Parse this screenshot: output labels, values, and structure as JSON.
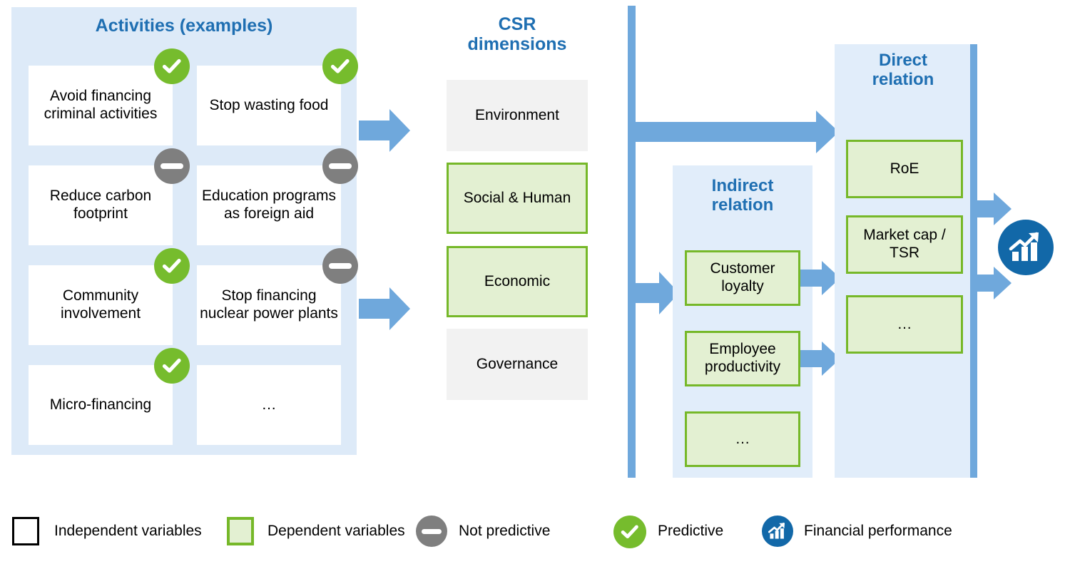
{
  "columns": {
    "activities": {
      "title": "Activities (examples)",
      "items": [
        {
          "label": "Avoid financing criminal activities",
          "status": "predictive"
        },
        {
          "label": "Stop wasting food",
          "status": "predictive"
        },
        {
          "label": "Reduce carbon footprint",
          "status": "not-predictive"
        },
        {
          "label": "Education programs as foreign aid",
          "status": "not-predictive"
        },
        {
          "label": "Community involvement",
          "status": "predictive"
        },
        {
          "label": "Stop financing nuclear power plants",
          "status": "not-predictive"
        },
        {
          "label": "Micro-financing",
          "status": "predictive"
        },
        {
          "label": "…",
          "status": "none"
        }
      ]
    },
    "csr": {
      "title": "CSR dimensions",
      "title_line1": "CSR",
      "title_line2": "dimensions",
      "items": [
        {
          "label": "Environment",
          "kind": "independent"
        },
        {
          "label": "Social & Human",
          "kind": "dependent"
        },
        {
          "label": "Economic",
          "kind": "dependent"
        },
        {
          "label": "Governance",
          "kind": "independent"
        }
      ]
    },
    "indirect": {
      "title": "Indirect relation",
      "title_line1": "Indirect",
      "title_line2": "relation",
      "items": [
        {
          "label": "Customer loyalty"
        },
        {
          "label": "Employee productivity"
        },
        {
          "label": "…"
        }
      ]
    },
    "direct": {
      "title": "Direct relation",
      "title_line1": "Direct",
      "title_line2": "relation",
      "items": [
        {
          "label": "RoE"
        },
        {
          "label": "Market cap / TSR"
        },
        {
          "label": "…"
        }
      ]
    }
  },
  "outcome": {
    "icon": "financial-performance-icon"
  },
  "legend": [
    {
      "key": "independent-variables",
      "icon": "white-square-icon",
      "label": "Independent variables"
    },
    {
      "key": "dependent-variables",
      "icon": "green-square-icon",
      "label": "Dependent variables"
    },
    {
      "key": "not-predictive",
      "icon": "minus-circle-icon",
      "label": "Not predictive"
    },
    {
      "key": "predictive",
      "icon": "check-circle-icon",
      "label": "Predictive"
    },
    {
      "key": "financial-performance",
      "icon": "chart-circle-icon",
      "label": "Financial performance"
    }
  ],
  "colors": {
    "panel_blue": "#DDEAF8",
    "panel_blue_light": "#E1EDFA",
    "title_blue": "#1F6FB2",
    "arrow_blue": "#6FA8DC",
    "green_border": "#76B829",
    "green_fill": "#E3F0D2",
    "grey_fill": "#F2F2F2",
    "badge_green": "#76BC2D",
    "badge_grey": "#7F7F7F",
    "icon_blue": "#1268A8"
  }
}
